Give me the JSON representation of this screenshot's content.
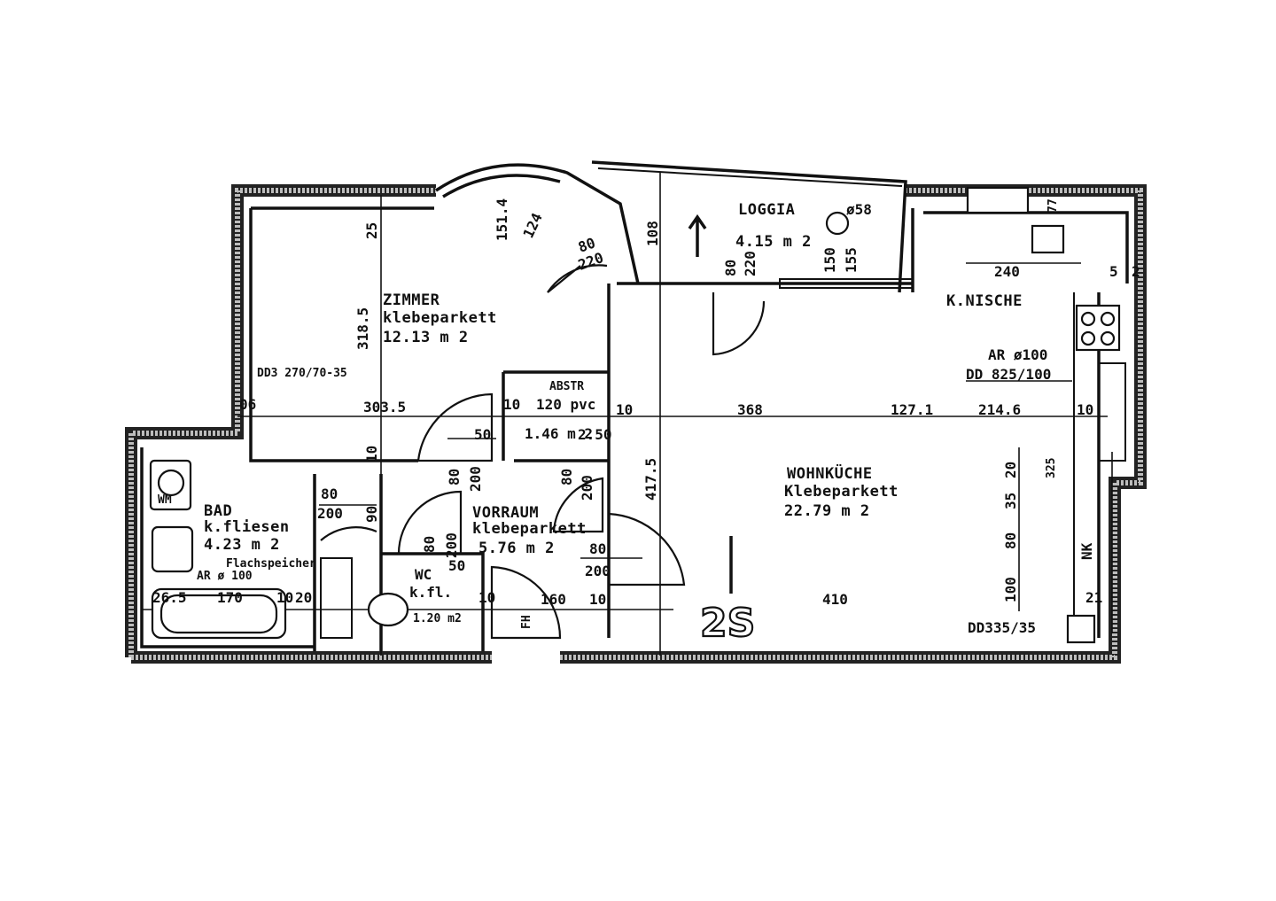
{
  "rooms": {
    "zimmer": {
      "name": "ZIMMER",
      "floor": "klebeparkett",
      "area": "12.13 m 2"
    },
    "loggia": {
      "name": "LOGGIA",
      "area": "4.15 m 2"
    },
    "knische": {
      "name": "K.NISCHE"
    },
    "wohnkueche": {
      "name": "WOHNKÜCHE",
      "floor": "Klebeparkett",
      "area": "22.79 m 2"
    },
    "bad": {
      "name": "BAD",
      "floor": "k.fliesen",
      "area": "4.23 m 2"
    },
    "vorraum": {
      "name": "VORRAUM",
      "floor": "klebeparkett",
      "area": "5.76 m 2"
    },
    "abstr": {
      "name": "ABSTR",
      "floor": "120 pvc",
      "area": "1.46 m 2"
    },
    "wc": {
      "name": "WC",
      "floor": "k.fl.",
      "area": "1.20 m2"
    }
  },
  "fixtures": {
    "wm": "WM",
    "flachspeicher": "Flachspeicher",
    "ar_bad": "AR ø 100",
    "ar_kitchen": "AR ø100",
    "dd_kitchen": "DD 825/100",
    "dd_zimmer": "DD3 270/70-35",
    "dd_bottom": "DD335/35",
    "nk": "NK",
    "stair_mark": "2S",
    "fh": "FH"
  },
  "dimensions": {
    "d25": "25",
    "d3185": "318.5",
    "d3035": "303.5",
    "d1514": "151.4",
    "d124": "124",
    "d80a": "80",
    "d220a": "220",
    "d108": "108",
    "d80b": "80",
    "d220b": "220",
    "d581": "ø58",
    "d150": "150",
    "d155": "155",
    "d240": "240",
    "d5": "5",
    "d2": "2",
    "d77": "77",
    "d06": "06",
    "d10a": "10",
    "d10b": "10",
    "d368": "368",
    "d1271": "127.1",
    "d2146": "214.6",
    "d10c": "10",
    "d50a": "50",
    "d250": "2.50",
    "d10d": "10",
    "d80c": "80",
    "d200a": "200",
    "d80d": "80",
    "d200b": "200",
    "d4175": "417.5",
    "d80e": "80",
    "d200c": "200",
    "d80f": "80",
    "d200d": "200",
    "d90": "90",
    "d80g": "80",
    "d200e": "200",
    "d50b": "50",
    "d265": "26.5",
    "d170": "170",
    "d10e": "10",
    "d20": "20",
    "d10f": "10",
    "d160": "160",
    "d10g": "10",
    "d410": "410",
    "d3525": "35",
    "d20b": "20",
    "d3255": "325",
    "d80h": "80",
    "d100": "100",
    "d21": "21"
  }
}
